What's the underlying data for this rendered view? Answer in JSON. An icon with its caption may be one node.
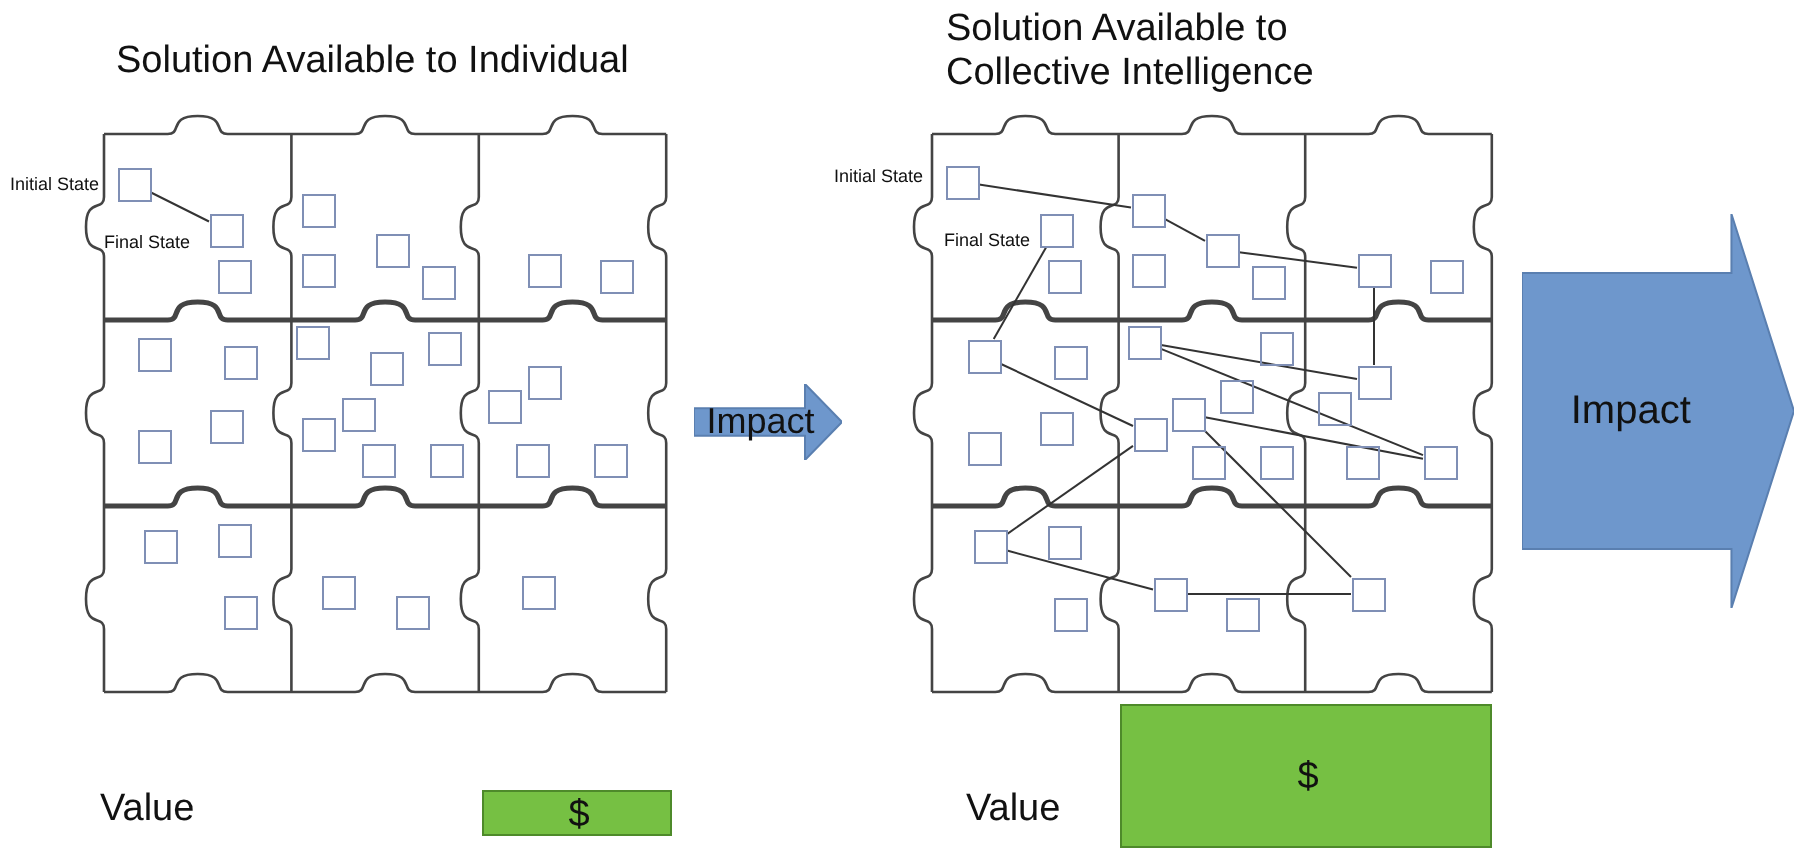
{
  "diagram": {
    "nodes": [
      {
        "text": [],
        "shape": "box"
      },
      {
        "text": [],
        "shape": "box"
      },
      {
        "text": [],
        "shape": "box"
      },
      {
        "text": [],
        "shape": "box"
      },
      {
        "text": [],
        "shape": "box"
      },
      {
        "text": [],
        "shape": "box"
      },
      {
        "text": [],
        "shape": "box"
      },
      {
        "text": [],
        "shape": "box"
      },
      {
        "text": [],
        "shape": "box"
      },
      {
        "text": [],
        "shape": "box"
      },
      {
        "text": [],
        "shape": "box"
      },
      {
        "text": [],
        "shape": "box"
      },
      {
        "text": [],
        "shape": "box"
      },
      {
        "text": [],
        "shape": "box"
      },
      {
        "text": [],
        "shape": "box"
      },
      {
        "text": [],
        "shape": "box"
      },
      {
        "text": [],
        "shape": "box"
      },
      {
        "text": [],
        "shape": "box"
      },
      {
        "text": [],
        "shape": "box"
      },
      {
        "text": [],
        "shape": "box"
      },
      {
        "text": [],
        "shape": "box"
      },
      {
        "text": [],
        "shape": "box"
      },
      {
        "text": [],
        "shape": "box"
      },
      {
        "text": [],
        "shape": "box"
      },
      {
        "text": [],
        "shape": "box"
      },
      {
        "text": [],
        "shape": "box"
      },
      {
        "text": [],
        "shape": "box"
      },
      {
        "text": [],
        "shape": "box"
      },
      {
        "text": [],
        "shape": "box"
      },
      {
        "text": [],
        "shape": "box"
      },
      {
        "text": [
          "Impact"
        ]
      },
      {
        "text": [],
        "shape": "box"
      },
      {
        "text": [],
        "shape": "box"
      },
      {
        "text": [],
        "shape": "box"
      },
      {
        "text": [],
        "shape": "box"
      },
      {
        "text": [],
        "shape": "box"
      },
      {
        "text": [],
        "shape": "box"
      },
      {
        "text": [],
        "shape": "box"
      },
      {
        "text": [],
        "shape": "box"
      },
      {
        "text": [],
        "shape": "box"
      },
      {
        "text": [],
        "shape": "box"
      },
      {
        "text": [],
        "shape": "box"
      },
      {
        "text": [],
        "shape": "box"
      },
      {
        "text": [],
        "shape": "box"
      },
      {
        "text": [],
        "shape": "box"
      },
      {
        "text": [],
        "shape": "box"
      },
      {
        "text": [],
        "shape": "box"
      },
      {
        "text": [],
        "shape": "box"
      },
      {
        "text": [],
        "shape": "box"
      },
      {
        "text": [],
        "shape": "box"
      },
      {
        "text": [],
        "shape": "box"
      },
      {
        "text": [],
        "shape": "box"
      },
      {
        "text": [],
        "shape": "box"
      },
      {
        "text": [],
        "shape": "box"
      },
      {
        "text": [],
        "shape": "box"
      },
      {
        "text": [],
        "shape": "box"
      },
      {
        "text": [],
        "shape": "box"
      },
      {
        "text": [],
        "shape": "box"
      },
      {
        "text": [],
        "shape": "box"
      },
      {
        "text": [],
        "shape": "box"
      },
      {
        "text": [],
        "shape": "box"
      },
      {
        "text": [
          "Impact"
        ]
      },
      {
        "text": [
          "$"
        ]
      },
      {
        "text": [
          "$"
        ]
      }
    ],
    "edges": [
      {
        "from": 0,
        "to": 1,
        "arrow": "none"
      },
      {
        "from": 31,
        "to": 34,
        "arrow": "none"
      },
      {
        "from": 34,
        "to": 35,
        "arrow": "none"
      },
      {
        "from": 35,
        "to": 38,
        "arrow": "none"
      },
      {
        "from": 38,
        "to": 45,
        "arrow": "none"
      },
      {
        "from": 32,
        "to": 40,
        "arrow": "none"
      },
      {
        "from": 40,
        "to": 49,
        "arrow": "none"
      },
      {
        "from": 42,
        "to": 45,
        "arrow": "none"
      },
      {
        "from": 42,
        "to": 54,
        "arrow": "none"
      },
      {
        "from": 50,
        "to": 54,
        "arrow": "none"
      },
      {
        "from": 49,
        "to": 55,
        "arrow": "none"
      },
      {
        "from": 50,
        "to": 60,
        "arrow": "none"
      },
      {
        "from": 55,
        "to": 58,
        "arrow": "none"
      },
      {
        "from": 58,
        "to": 60,
        "arrow": "none"
      }
    ],
    "labels": [
      "Solution Available to Individual",
      "Solution Available to Collective Intelligence",
      "Initial State",
      "Final State",
      "Initial State",
      "Final State",
      "Value",
      "Value"
    ]
  }
}
